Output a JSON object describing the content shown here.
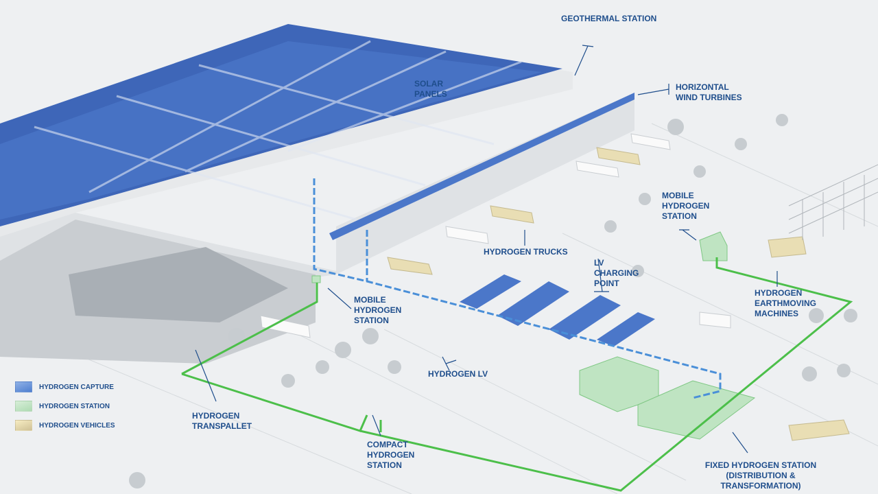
{
  "labels": {
    "geothermal": "GEOTHERMAL STATION",
    "solar": "SOLAR PANELS",
    "wind": "HORIZONTAL WIND TURBINES",
    "mobile_right": "MOBILE HYDROGEN STATION",
    "trucks": "HYDROGEN TRUCKS",
    "lv_charging": "LV CHARGING POINT",
    "mobile_left": "MOBILE HYDROGEN STATION",
    "earthmoving": "HYDROGEN EARTHMOVING MACHINES",
    "lv": "HYDROGEN LV",
    "transpallet": "HYDROGEN TRANSPALLET",
    "compact": "COMPACT HYDROGEN STATION",
    "fixed": "FIXED HYDROGEN STATION (DISTRIBUTION & TRANSFORMATION)"
  },
  "legend": [
    {
      "label": "HYDROGEN CAPTURE",
      "color": "#5b87d0"
    },
    {
      "label": "HYDROGEN STATION",
      "color": "#b9e0bd"
    },
    {
      "label": "HYDROGEN VEHICLES",
      "color": "#efe0aa"
    }
  ],
  "colors": {
    "text": "#1f4e8c",
    "green_route": "#4cbf4a",
    "blue_route": "#4a8fd8"
  }
}
